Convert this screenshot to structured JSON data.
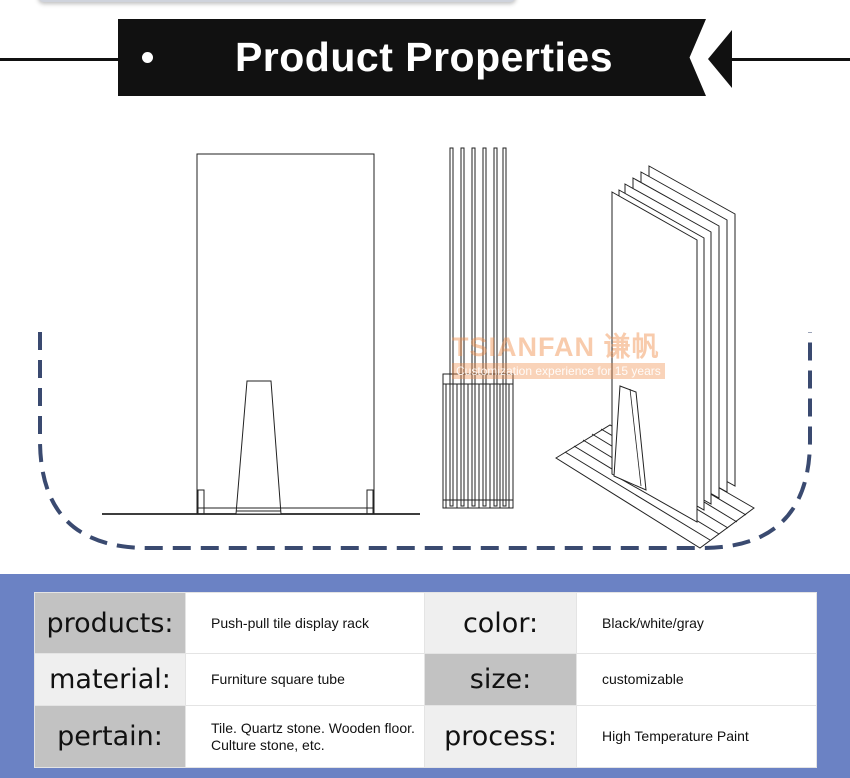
{
  "header": {
    "title": "Product Properties",
    "bullet": "•"
  },
  "watermark": {
    "brand": "TSIANFAN 谦帆",
    "tagline": "Customization experience for 15 years"
  },
  "properties": [
    {
      "label": "products:",
      "value": "Push-pull tile display rack"
    },
    {
      "label": "color:",
      "value": "Black/white/gray"
    },
    {
      "label": "material:",
      "value": "Furniture square tube"
    },
    {
      "label": "size:",
      "value": "customizable"
    },
    {
      "label": "pertain:",
      "value": "Tile. Quartz stone. Wooden floor. Culture stone, etc."
    },
    {
      "label": "process:",
      "value": "High Temperature Paint"
    }
  ],
  "colors": {
    "banner": "#111111",
    "spec_background": "#6b82c4",
    "dashed_border": "#3a4a70",
    "label_gray": "#c2c2c2",
    "label_light": "#efefef"
  },
  "icons": [
    "front-view-drawing",
    "side-view-drawing",
    "isometric-view-drawing"
  ]
}
